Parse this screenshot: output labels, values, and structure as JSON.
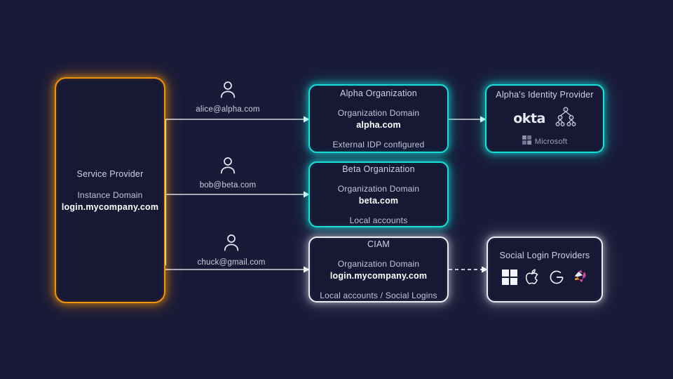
{
  "canvas": {
    "background": "#191a38"
  },
  "palette": {
    "orange": "#f0920a",
    "cyan": "#16e0d8",
    "white": "#e9ecf5",
    "text": "#cfd2e0",
    "text_strong": "#ffffff"
  },
  "service_provider": {
    "title": "Service Provider",
    "domain_label": "Instance Domain",
    "domain_value": "login.mycompany.com"
  },
  "users": [
    {
      "name": "user-alice",
      "email": "alice@alpha.com",
      "icon": "person-icon"
    },
    {
      "name": "user-bob",
      "email": "bob@beta.com",
      "icon": "person-icon"
    },
    {
      "name": "user-chuck",
      "email": "chuck@gmail.com",
      "icon": "person-icon"
    }
  ],
  "organizations": [
    {
      "id": "alpha",
      "title": "Alpha Organization",
      "domain_label": "Organization Domain",
      "domain_value": "alpha.com",
      "footer": "External IDP configured",
      "border": "#16e0d8"
    },
    {
      "id": "beta",
      "title": "Beta Organization",
      "domain_label": "Organization Domain",
      "domain_value": "beta.com",
      "footer": "Local accounts",
      "border": "#16e0d8"
    },
    {
      "id": "ciam",
      "title": "CIAM",
      "domain_label": "Organization Domain",
      "domain_value": "login.mycompany.com",
      "footer": "Local accounts / Social Logins",
      "border": "#e9ecf5"
    }
  ],
  "alpha_idp": {
    "title": "Alpha's Identity Provider",
    "okta_label": "okta",
    "ldap_icon": "ldap-tree-icon",
    "microsoft_label": "Microsoft",
    "microsoft_icon": "microsoft-grid-icon",
    "border": "#16e0d8"
  },
  "social_idp": {
    "title": "Social  Login Providers",
    "providers": [
      {
        "name": "microsoft-grid-icon",
        "label": "Microsoft"
      },
      {
        "name": "apple-icon",
        "label": "Apple"
      },
      {
        "name": "google-icon",
        "label": "Google"
      },
      {
        "name": "slack-icon",
        "label": "Slack"
      }
    ],
    "border": "#e9ecf5"
  },
  "connectors": [
    {
      "name": "connector-sp-to-alpha",
      "style": "solid",
      "arrow": true
    },
    {
      "name": "connector-sp-to-beta",
      "style": "solid",
      "arrow": true
    },
    {
      "name": "connector-sp-to-ciam",
      "style": "solid",
      "arrow": true
    },
    {
      "name": "connector-alpha-to-idp",
      "style": "solid",
      "arrow": true
    },
    {
      "name": "connector-ciam-to-social",
      "style": "dashed",
      "arrow": true
    }
  ]
}
